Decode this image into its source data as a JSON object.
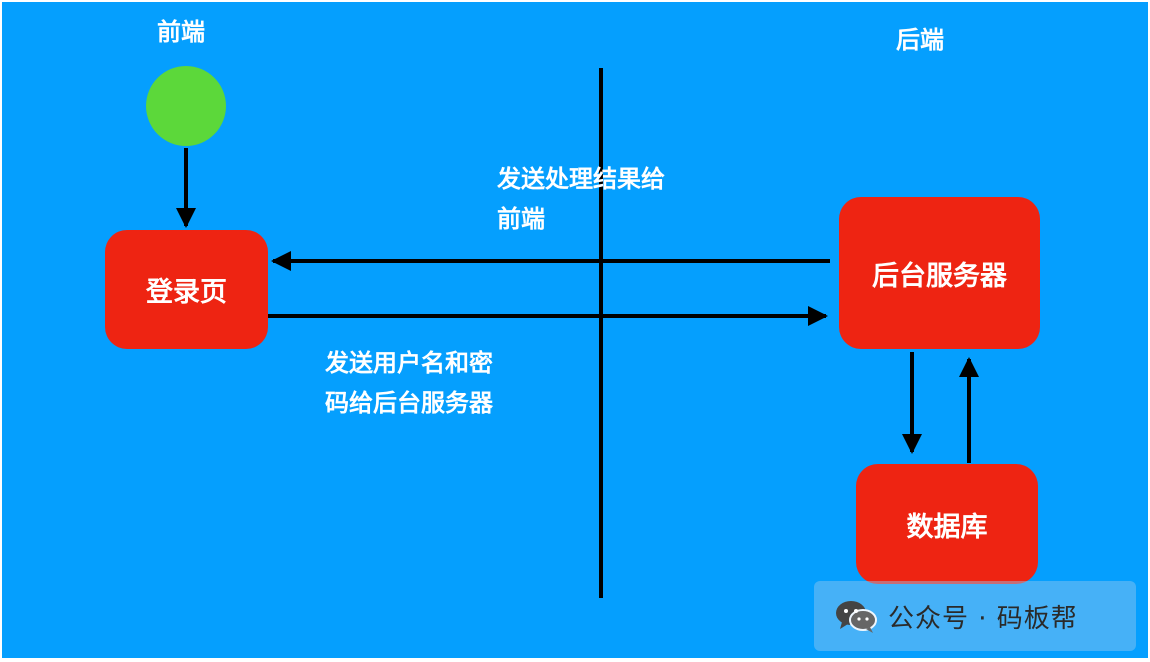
{
  "lanes": {
    "frontend": "前端",
    "backend": "后端"
  },
  "nodes": {
    "login_page": "登录页",
    "backend_server": "后台服务器",
    "database": "数据库"
  },
  "edges": {
    "send_result_to_frontend": [
      "发送处理结果给",
      "前端"
    ],
    "send_credentials_to_server": [
      "发送用户名和密",
      "码给后台服务器"
    ]
  },
  "watermark": {
    "icon": "wechat-icon",
    "text": "公众号 · 码板帮"
  },
  "colors": {
    "background": "#059ffe",
    "node_fill": "#ee2412",
    "start_node": "#5cd83a",
    "lines": "#000000",
    "text": "#ffffff"
  }
}
